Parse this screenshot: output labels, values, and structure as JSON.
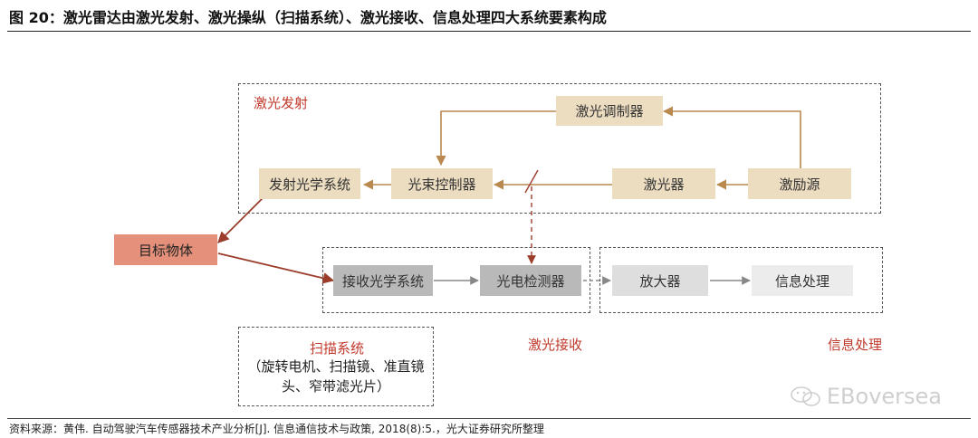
{
  "title": "图 20：激光雷达由激光发射、激光操纵（扫描系统）、激光接收、信息处理四大系统要素构成",
  "groups": {
    "emit": "激光发射",
    "receive": "激光接收",
    "process": "信息处理",
    "scan_title": "扫描系统",
    "scan_line1": "（旋转电机、扫描镜、准直镜",
    "scan_line2": "头、窄带滤光片）"
  },
  "nodes": {
    "modulator": "激光调制器",
    "emit_optics": "发射光学系统",
    "beam_controller": "光束控制器",
    "laser": "激光器",
    "excitation": "激励源",
    "target": "目标物体",
    "recv_optics": "接收光学系统",
    "detector": "光电检测器",
    "amplifier": "放大器",
    "info_processing": "信息处理"
  },
  "colors": {
    "emit_node": "#ecdcc0",
    "arrow": "#b9894f",
    "target": "#e4907a",
    "target_arrow": "#9c3d2c",
    "group_label": "#c0392b"
  },
  "source": "资料来源：黄伟. 自动驾驶汽车传感器技术产业分析[J]. 信息通信技术与政策, 2018(8):5.，光大证券研究所整理",
  "watermark": "EBoversea"
}
